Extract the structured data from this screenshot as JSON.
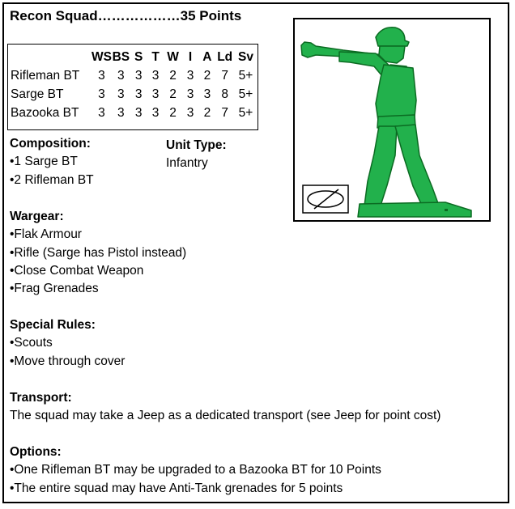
{
  "title": "Recon Squad………………35  Points",
  "stats": {
    "headers": [
      "",
      "WS",
      "BS",
      "S",
      "T",
      "W",
      "I",
      "A",
      "Ld",
      "Sv"
    ],
    "rows": [
      [
        "Rifleman BT",
        "3",
        "3",
        "3",
        "3",
        "2",
        "3",
        "2",
        "7",
        "5+"
      ],
      [
        "Sarge BT",
        "3",
        "3",
        "3",
        "3",
        "2",
        "3",
        "3",
        "8",
        "5+"
      ],
      [
        "Bazooka BT",
        "3",
        "3",
        "3",
        "3",
        "2",
        "3",
        "2",
        "7",
        "5+"
      ]
    ]
  },
  "composition": {
    "heading": "Composition:",
    "items": [
      "•1 Sarge BT",
      "•2 Rifleman BT"
    ]
  },
  "unit_type": {
    "heading": "Unit Type:",
    "value": "Infantry"
  },
  "wargear": {
    "heading": "Wargear:",
    "items": [
      "•Flak Armour",
      "•Rifle (Sarge has Pistol instead)",
      "•Close Combat Weapon",
      "•Frag Grenades"
    ]
  },
  "special_rules": {
    "heading": "Special Rules:",
    "items": [
      "•Scouts",
      "•Move through cover"
    ]
  },
  "transport": {
    "heading": "Transport:",
    "text": "The squad may take a Jeep as a dedicated transport (see Jeep  for point cost)"
  },
  "options": {
    "heading": "Options:",
    "items": [
      "•One Rifleman BT may be upgraded to a Bazooka BT for 10 Points",
      "•The entire squad may have Anti-Tank grenades for 5 points"
    ]
  },
  "figure": {
    "icon": "toy-soldier-rifleman-icon",
    "color": "#22b14c"
  }
}
